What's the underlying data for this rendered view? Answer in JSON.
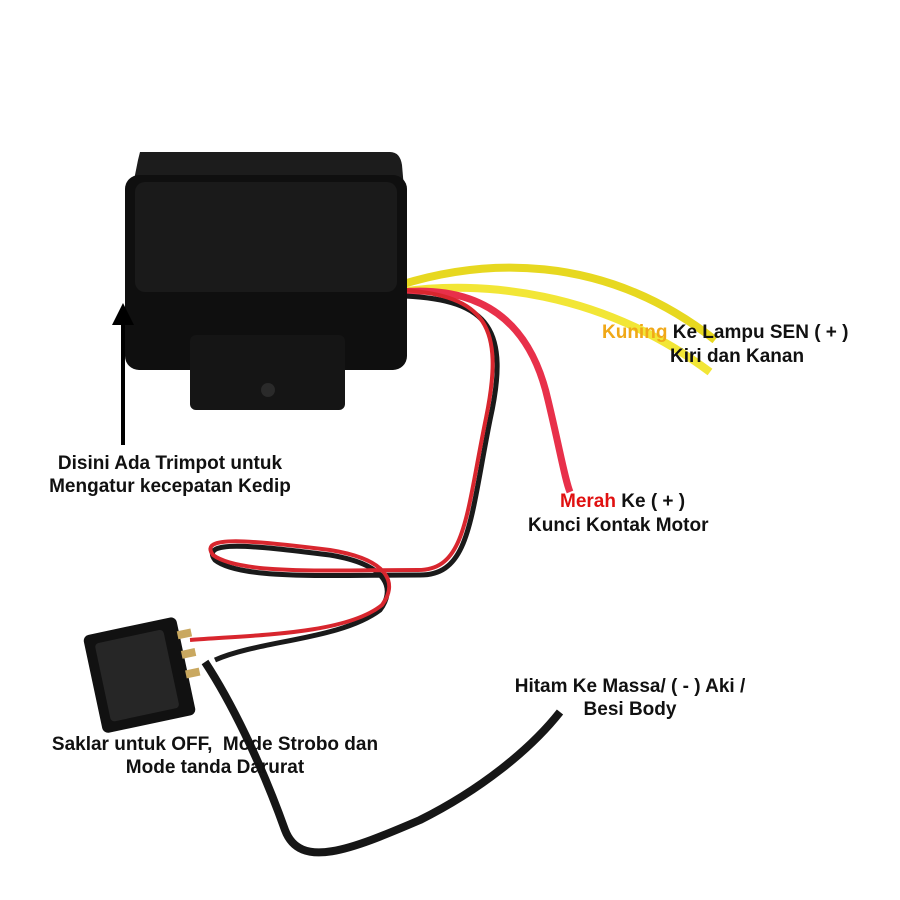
{
  "labels": {
    "yellow": {
      "color_word": "Kuning",
      "line1_rest": "Ke Lampu SEN ( + )",
      "line2": "Kiri dan Kanan"
    },
    "red": {
      "color_word": "Merah",
      "line1_rest": "Ke ( + )",
      "line2": "Kunci Kontak Motor"
    },
    "trimpot": {
      "line1": "Disini Ada Trimpot untuk",
      "line2": "Mengatur kecepatan Kedip"
    },
    "black": {
      "line1": "Hitam Ke Massa/ ( - ) Aki /",
      "line2": "Besi Body"
    },
    "switch": {
      "line1": "Saklar untuk OFF,  Mode Strobo dan",
      "line2": "Mode tanda Darurat"
    }
  },
  "colors": {
    "yellow_word": "#f0a818",
    "red_word": "#e01010",
    "yellow_wire": "#f4e636",
    "red_wire": "#e8304a",
    "black": "#111111"
  }
}
